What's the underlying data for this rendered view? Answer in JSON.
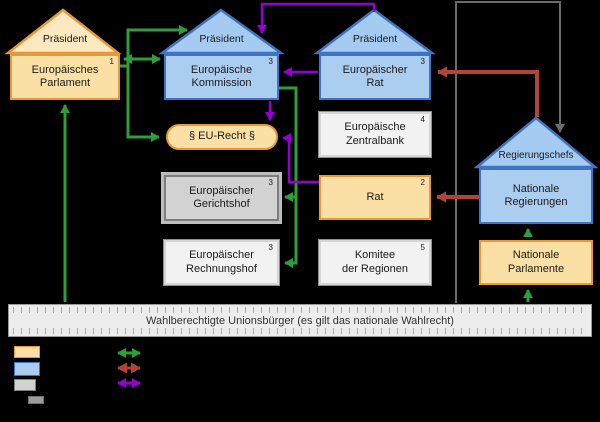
{
  "colors": {
    "background": "#000000",
    "orange_fill": "#fbe0a6",
    "orange_border": "#e8973a",
    "blue_fill": "#aacdf0",
    "blue_border": "#3f74c4",
    "gray_fill": "#d2d2d2",
    "white_fill": "#f2f2f2",
    "green_arrow": "#2f9e3a",
    "purple_arrow": "#9300d3",
    "red_arrow": "#b04438",
    "gray_line": "#6b6b6b"
  },
  "roofs": {
    "parlament": "Präsident",
    "kommission": "Präsident",
    "europaeischer_rat": "Präsident",
    "nationale_regierungen": "Regierungschefs"
  },
  "boxes": {
    "parlament": {
      "line1": "Europäisches",
      "line2": "Parlament",
      "note": "1"
    },
    "kommission": {
      "line1": "Europäische",
      "line2": "Kommission",
      "note": "3"
    },
    "europaeischer_rat": {
      "line1": "Europäischer",
      "line2": "Rat",
      "note": "3"
    },
    "eu_recht": {
      "line1": "§ EU-Recht §"
    },
    "zentralbank": {
      "line1": "Europäische",
      "line2": "Zentralbank",
      "note": "4"
    },
    "gerichtshof": {
      "line1": "Europäischer",
      "line2": "Gerichtshof",
      "note": "3"
    },
    "rat": {
      "line1": "Rat",
      "note": "2"
    },
    "rechnungshof": {
      "line1": "Europäischer",
      "line2": "Rechnungshof",
      "note": "3"
    },
    "komitee": {
      "line1": "Komitee",
      "line2": "der Regionen",
      "note": "5"
    },
    "nationale_regierungen": {
      "line1": "Nationale",
      "line2": "Regierungen"
    },
    "nationale_parlamente": {
      "line1": "Nationale",
      "line2": "Parlamente"
    }
  },
  "bar": {
    "label": "Wahlberechtigte Unionsbürger (es gilt das nationale Wahlrecht)"
  },
  "legend": {
    "swatches": [
      "orange",
      "blue",
      "gray",
      "dark-gray"
    ],
    "arrow_colors": [
      "green",
      "red",
      "purple"
    ]
  }
}
